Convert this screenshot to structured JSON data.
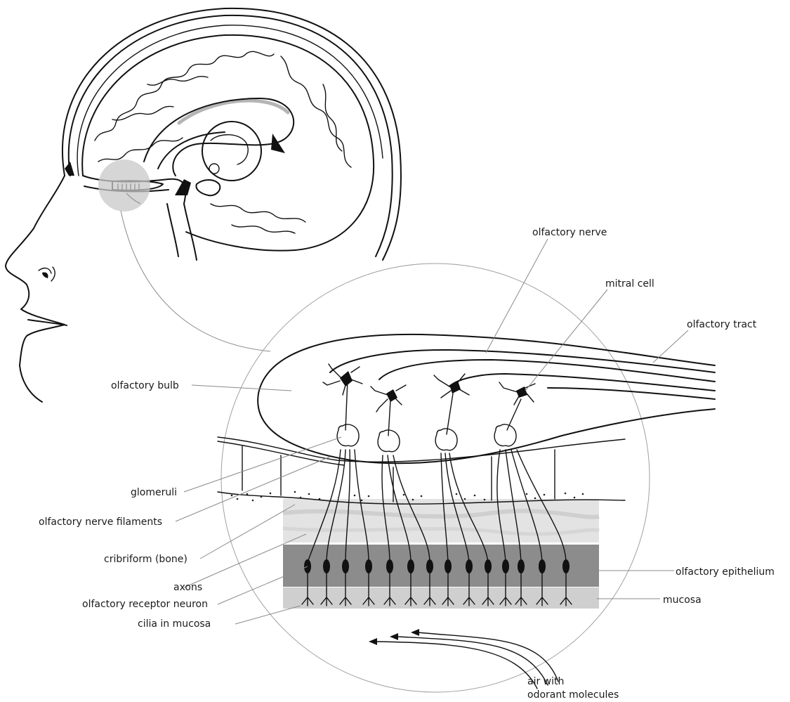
{
  "labels": {
    "olfactory_nerve": "olfactory nerve",
    "mitral_cell": "mitral cell",
    "olfactory_tract": "olfactory tract",
    "olfactory_bulb": "olfactory bulb",
    "glomeruli": "glomeruli",
    "olfactory_nerve_filaments": "olfactory nerve filaments",
    "cribriform": "cribriform (bone)",
    "axons": "axons",
    "olfactory_receptor_neuron": "olfactory receptor neuron",
    "cilia_in_mucosa": "cilia in mucosa",
    "olfactory_epithelium": "olfactory epithelium",
    "mucosa": "mucosa",
    "air_line1": "air with",
    "air_line2": "odorant molecules"
  },
  "colors": {
    "ink": "#111111",
    "epithelium": "#8c8c8c",
    "mucosa": "#cfcfcf",
    "highlight": "#c8c8c8",
    "leader": "#8a8a8a"
  }
}
